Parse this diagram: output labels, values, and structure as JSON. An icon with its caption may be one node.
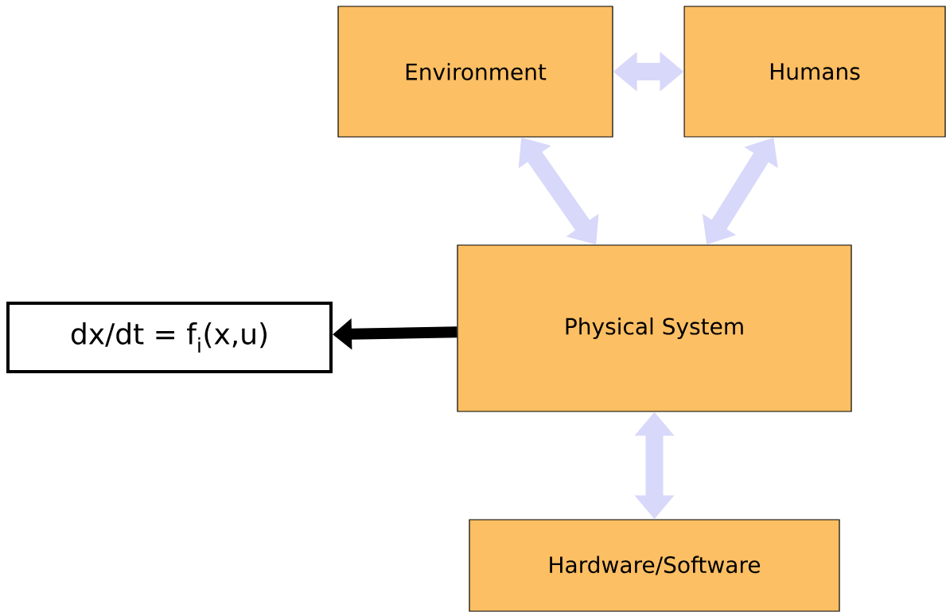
{
  "diagram": {
    "nodes": [
      {
        "text": [
          "Environment"
        ]
      },
      {
        "text": [
          "Humans"
        ]
      },
      {
        "text": [
          "Physical System"
        ]
      },
      {
        "text": [
          "Hardware/Software"
        ]
      },
      {
        "text": [
          "dx/dt = f$_{i}$(x,u)"
        ]
      }
    ],
    "edges": [
      {
        "from": 0,
        "to": 1,
        "arrow": "both"
      },
      {
        "from": 0,
        "to": 2,
        "arrow": "both"
      },
      {
        "from": 1,
        "to": 2,
        "arrow": "both"
      },
      {
        "from": 2,
        "to": 3,
        "arrow": "both"
      },
      {
        "from": 2,
        "to": 4,
        "arrow": "to",
        "color": "#000000"
      }
    ]
  }
}
